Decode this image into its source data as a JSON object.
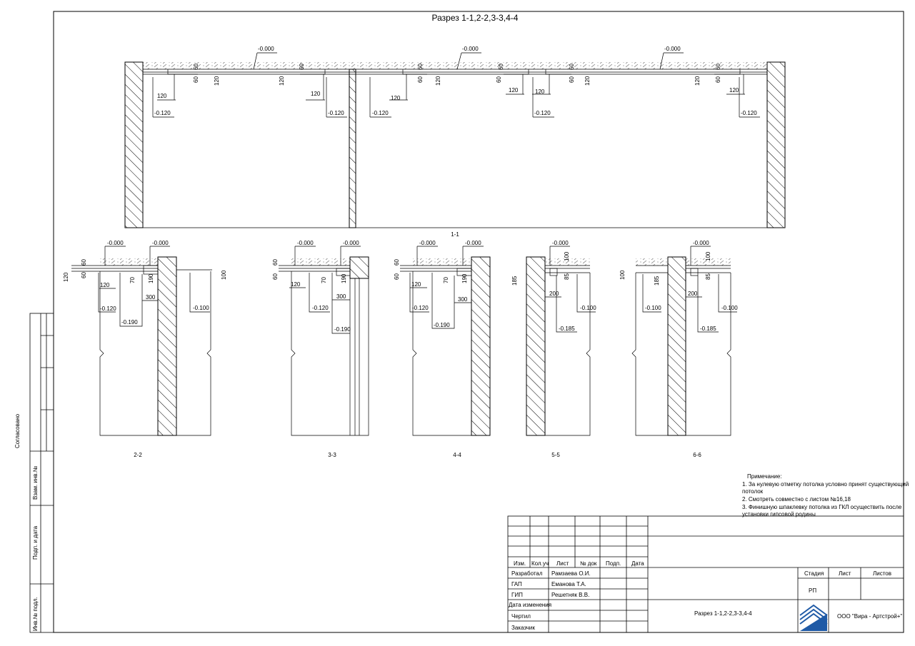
{
  "sheet": {
    "title": "Разрез 1-1,2-2,3-3,4-4"
  },
  "sections": {
    "s1": {
      "label": "1-1",
      "levels": [
        "-0.000",
        "-0.000",
        "-0.000"
      ],
      "bottom_levels": [
        "-0.120",
        "-0.120",
        "-0.120",
        "-0.120",
        "-0.120"
      ],
      "dims": {
        "d60": "60",
        "d120": "120"
      }
    },
    "s2": {
      "label": "2-2",
      "top": [
        "-0.000",
        "-0.000"
      ],
      "low": [
        "-0.120",
        "-0.190",
        "-0.100"
      ],
      "dims": [
        "120",
        "60",
        "60",
        "120",
        "70",
        "190",
        "300",
        "100"
      ]
    },
    "s3": {
      "label": "3-3",
      "top": [
        "-0.000",
        "-0.000"
      ],
      "low": [
        "-0.120",
        "-0.190"
      ],
      "dims": [
        "60",
        "60",
        "120",
        "70",
        "190",
        "300"
      ]
    },
    "s4": {
      "label": "4-4",
      "top": [
        "-0.000",
        "-0.000"
      ],
      "low": [
        "-0.120",
        "-0.190"
      ],
      "dims": [
        "60",
        "60",
        "120",
        "70",
        "190",
        "300"
      ]
    },
    "s5": {
      "label": "5-5",
      "top": [
        "-0.000"
      ],
      "low": [
        "-0.100",
        "-0.185"
      ],
      "dims": [
        "185",
        "100",
        "85",
        "200"
      ]
    },
    "s6": {
      "label": "6-6",
      "top": [
        "-0.000"
      ],
      "low": [
        "-0.100",
        "-0.100",
        "-0.185"
      ],
      "dims": [
        "100",
        "185",
        "100",
        "85",
        "200"
      ]
    }
  },
  "notes": {
    "heading": "Примечание:",
    "line1a": "1. За нулевую отметку потолка условно принят существующий",
    "line1b": "потолок",
    "line2": "2. Смотреть совместно с листом №16,18",
    "line3a": "3. Финишную шпаклевку потолка из ГКЛ осуществить после",
    "line3b": "установки гипсовой родины"
  },
  "side_stamp": {
    "agreed": "Согласовано",
    "vzam": "Взам. инв.№",
    "podp": "Подп. и дата",
    "inv": "Инв.№ подл."
  },
  "title_block": {
    "cols": {
      "izm": "Изм.",
      "kol": "Кол.уч",
      "list": "Лист",
      "ndok": "№ док",
      "podp": "Подп.",
      "data": "Дата"
    },
    "rows": [
      {
        "role": "Разработал",
        "name": "Рамзаева О.И."
      },
      {
        "role": "ГАП",
        "name": "Еманова Т.А."
      },
      {
        "role": "ГИП",
        "name": "Решетняк В.В."
      },
      {
        "role": "Дата изменения",
        "name": ""
      },
      {
        "role": "Чертил",
        "name": ""
      },
      {
        "role": "Заказчик",
        "name": ""
      }
    ],
    "stage_h": "Стадия",
    "list_h": "Лист",
    "lists_h": "Листов",
    "stage": "РП",
    "drawing_name": "Разрез 1-1,2-2,3-3,4-4",
    "company": "ООО \"Вира - Артстрой+\""
  },
  "colors": {
    "line": "#000000",
    "logo": "#1f5aa6"
  }
}
